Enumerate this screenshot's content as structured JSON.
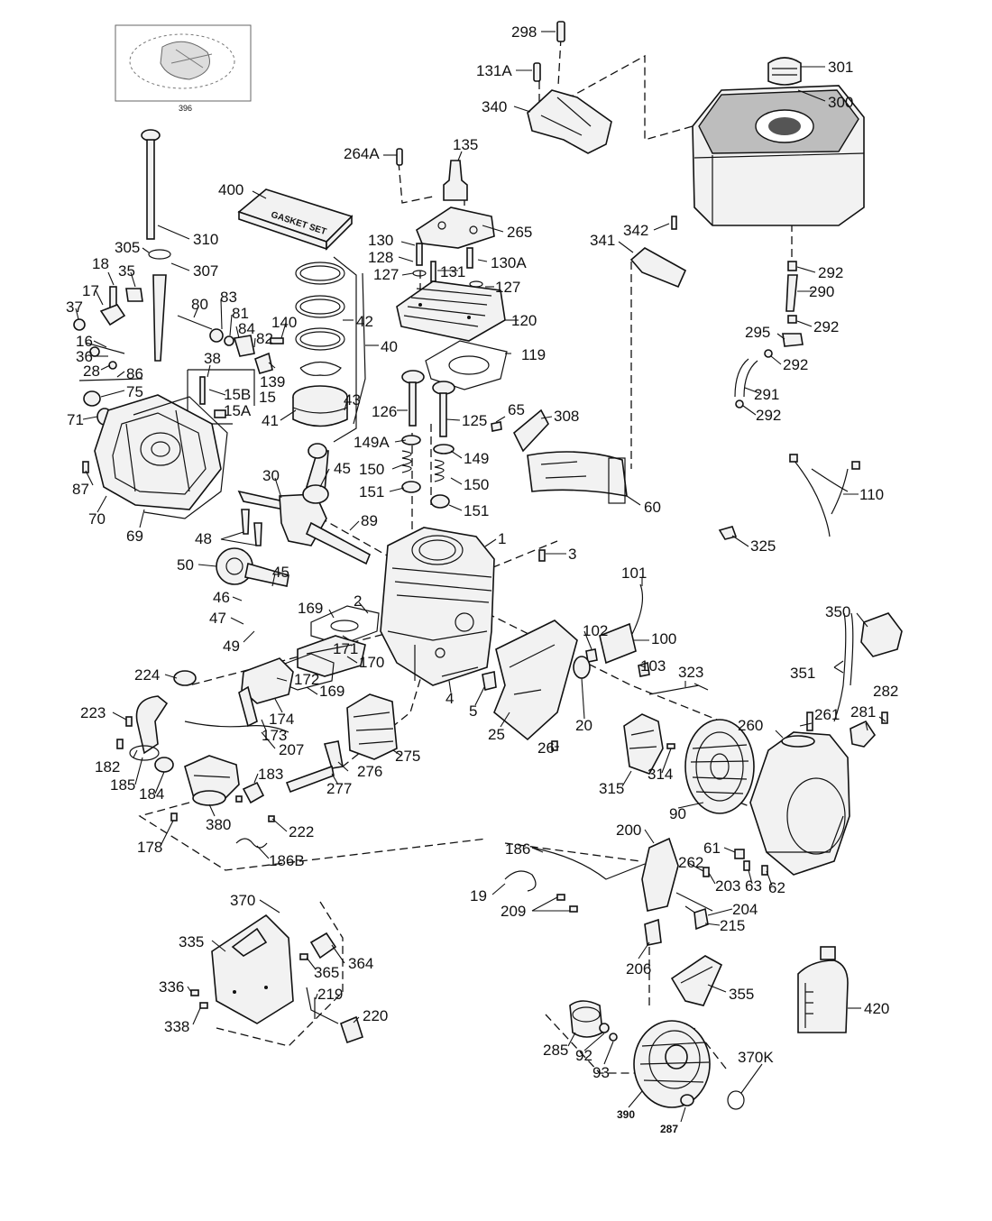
{
  "inset_label": "396",
  "gasket_box_text": "GASKET SET",
  "callouts": {
    "c298": "298",
    "c131A": "131A",
    "c340": "340",
    "c301": "301",
    "c300": "300",
    "c264A": "264A",
    "c135": "135",
    "c400": "400",
    "c265": "265",
    "c342": "342",
    "c341": "341",
    "c310": "310",
    "c305": "305",
    "c307": "307",
    "c130": "130",
    "c128": "128",
    "c127a": "127",
    "c131": "131",
    "c130A": "130A",
    "c127b": "127",
    "c18": "18",
    "c35": "35",
    "c17": "17",
    "c37": "37",
    "c80": "80",
    "c83": "83",
    "c81": "81",
    "c84": "84",
    "c82": "82",
    "c140": "140",
    "c42": "42",
    "c40": "40",
    "c120": "120",
    "c292a": "292",
    "c290": "290",
    "c292b": "292",
    "c295": "295",
    "c292c": "292",
    "c291": "291",
    "c292d": "292",
    "c16": "16",
    "c36": "36",
    "c28": "28",
    "c86": "86",
    "c75": "75",
    "c71": "71",
    "c38": "38",
    "c15B": "15B",
    "c15": "15",
    "c15A": "15A",
    "c139": "139",
    "c119": "119",
    "c43": "43",
    "c41": "41",
    "c126": "126",
    "c125": "125",
    "c65": "65",
    "c308": "308",
    "c149A": "149A",
    "c149": "149",
    "c150a": "150",
    "c150b": "150",
    "c151a": "151",
    "c151b": "151",
    "c87": "87",
    "c30": "30",
    "c45a": "45",
    "c70": "70",
    "c69": "69",
    "c89": "89",
    "c60": "60",
    "c110": "110",
    "c48": "48",
    "c1": "1",
    "c3": "3",
    "c325": "325",
    "c50": "50",
    "c45b": "45",
    "c46": "46",
    "c101": "101",
    "c2": "2",
    "c169a": "169",
    "c47": "47",
    "c49": "49",
    "c102": "102",
    "c100": "100",
    "c350": "350",
    "c170": "170",
    "c171": "171",
    "c103": "103",
    "c323": "323",
    "c224": "224",
    "c169b": "169",
    "c351": "351",
    "c172": "172",
    "c4": "4",
    "c5": "5",
    "c25": "25",
    "c20": "20",
    "c223": "223",
    "c174": "174",
    "c173": "173",
    "c261": "261",
    "c282": "282",
    "c281": "281",
    "c260": "260",
    "c207": "207",
    "c275": "275",
    "c26": "26",
    "c182": "182",
    "c185": "185",
    "c184": "184",
    "c183": "183",
    "c276": "276",
    "c277": "277",
    "c315": "315",
    "c314": "314",
    "c90": "90",
    "c380": "380",
    "c222": "222",
    "c178": "178",
    "c186B": "186B",
    "c200": "200",
    "c186": "186",
    "c61": "61",
    "c262": "262",
    "c203": "203",
    "c63": "63",
    "c62": "62",
    "c19": "19",
    "c209": "209",
    "c204": "204",
    "c215": "215",
    "c370": "370",
    "c335": "335",
    "c364": "364",
    "c365": "365",
    "c206": "206",
    "c336": "336",
    "c219": "219",
    "c355": "355",
    "c420": "420",
    "c338": "338",
    "c220": "220",
    "c285": "285",
    "c92": "92",
    "c93": "93",
    "c370K": "370K",
    "c390": "390",
    "c287": "287"
  }
}
